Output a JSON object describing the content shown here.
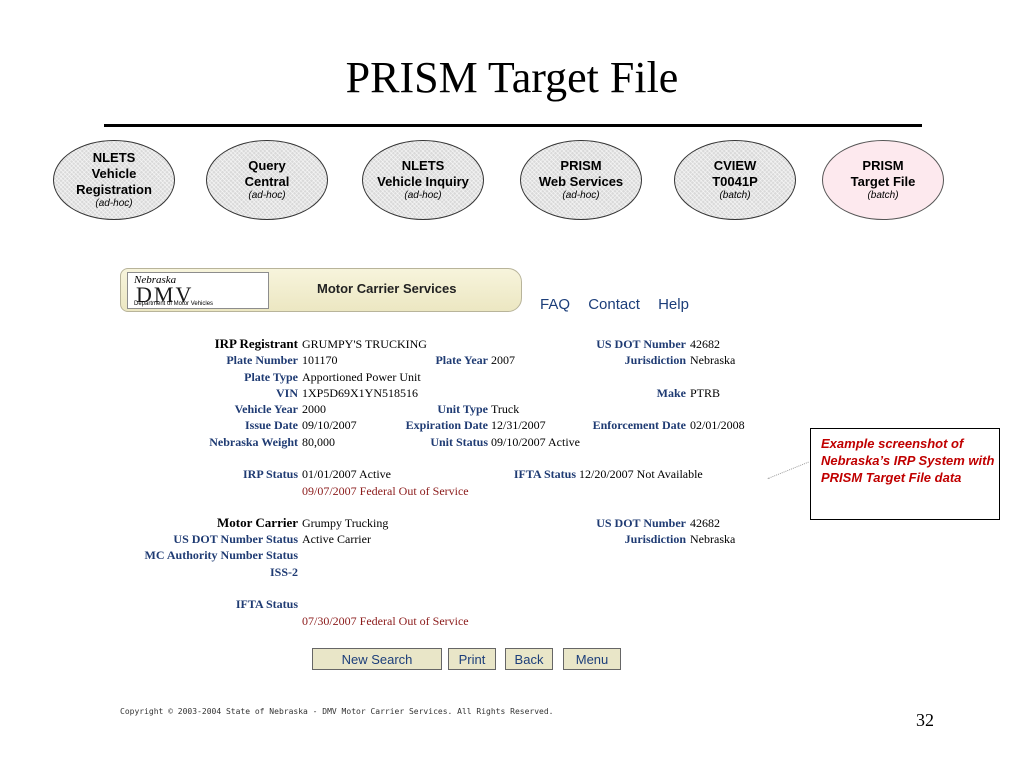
{
  "slide": {
    "title": "PRISM Target File",
    "page_number": "32"
  },
  "flow": [
    {
      "lines": [
        "NLETS",
        "Vehicle",
        "Registration"
      ],
      "sub": "(ad-hoc)",
      "active": false
    },
    {
      "lines": [
        "Query",
        "Central"
      ],
      "sub": "(ad-hoc)",
      "active": false
    },
    {
      "lines": [
        "NLETS",
        "Vehicle Inquiry"
      ],
      "sub": "(ad-hoc)",
      "active": false
    },
    {
      "lines": [
        "PRISM",
        "Web Services"
      ],
      "sub": "(ad-hoc)",
      "active": false
    },
    {
      "lines": [
        "CVIEW",
        "T0041P"
      ],
      "sub": "(batch)",
      "active": false
    },
    {
      "lines": [
        "PRISM",
        "Target File"
      ],
      "sub": "(batch)",
      "active": true
    }
  ],
  "dmv": {
    "logo": {
      "script": "Nebraska",
      "letters": "DMV",
      "dept": "Department of Motor Vehicles"
    },
    "header_title": "Motor Carrier Services",
    "links": {
      "faq": "FAQ",
      "contact": "Contact",
      "help": "Help"
    },
    "record": {
      "irp_registrant_label": "IRP Registrant",
      "irp_registrant": "GRUMPY'S TRUCKING",
      "us_dot_label": "US DOT Number",
      "us_dot": "42682",
      "plate_number_label": "Plate Number",
      "plate_number": "101170",
      "plate_year_label": "Plate Year",
      "plate_year": "2007",
      "jurisdiction_label": "Jurisdiction",
      "jurisdiction": "Nebraska",
      "plate_type_label": "Plate Type",
      "plate_type": "Apportioned Power Unit",
      "vin_label": "VIN",
      "vin": "1XP5D69X1YN518516",
      "make_label": "Make",
      "make": "PTRB",
      "vehicle_year_label": "Vehicle Year",
      "vehicle_year": "2000",
      "unit_type_label": "Unit Type",
      "unit_type": "Truck",
      "issue_date_label": "Issue Date",
      "issue_date": "09/10/2007",
      "expiration_date_label": "Expiration Date",
      "expiration_date": "12/31/2007",
      "enforcement_date_label": "Enforcement Date",
      "enforcement_date": "02/01/2008",
      "nebraska_weight_label": "Nebraska Weight",
      "nebraska_weight": "80,000",
      "unit_status_label": "Unit Status",
      "unit_status": "09/10/2007 Active",
      "irp_status_label": "IRP Status",
      "irp_status": "01/01/2007 Active",
      "irp_status_oos": "09/07/2007 Federal Out of Service",
      "ifta_status_label": "IFTA Status",
      "ifta_status": "12/20/2007 Not Available",
      "motor_carrier_label": "Motor Carrier",
      "motor_carrier": "Grumpy Trucking",
      "mc_us_dot_label": "US DOT Number",
      "mc_us_dot": "42682",
      "us_dot_status_label": "US DOT Number Status",
      "us_dot_status": "Active Carrier",
      "mc_jurisdiction_label": "Jurisdiction",
      "mc_jurisdiction": "Nebraska",
      "mc_authority_label": "MC Authority Number Status",
      "iss2_label": "ISS-2",
      "mc_ifta_status_label": "IFTA Status",
      "mc_ifta_oos": "07/30/2007 Federal Out of Service"
    },
    "buttons": {
      "new_search": "New Search",
      "print": "Print",
      "back": "Back",
      "menu": "Menu"
    },
    "copyright": "Copyright © 2003-2004 State of Nebraska - DMV Motor Carrier Services. All Rights Reserved."
  },
  "note": "Example screenshot of Nebraska’s IRP System with PRISM Target File data"
}
